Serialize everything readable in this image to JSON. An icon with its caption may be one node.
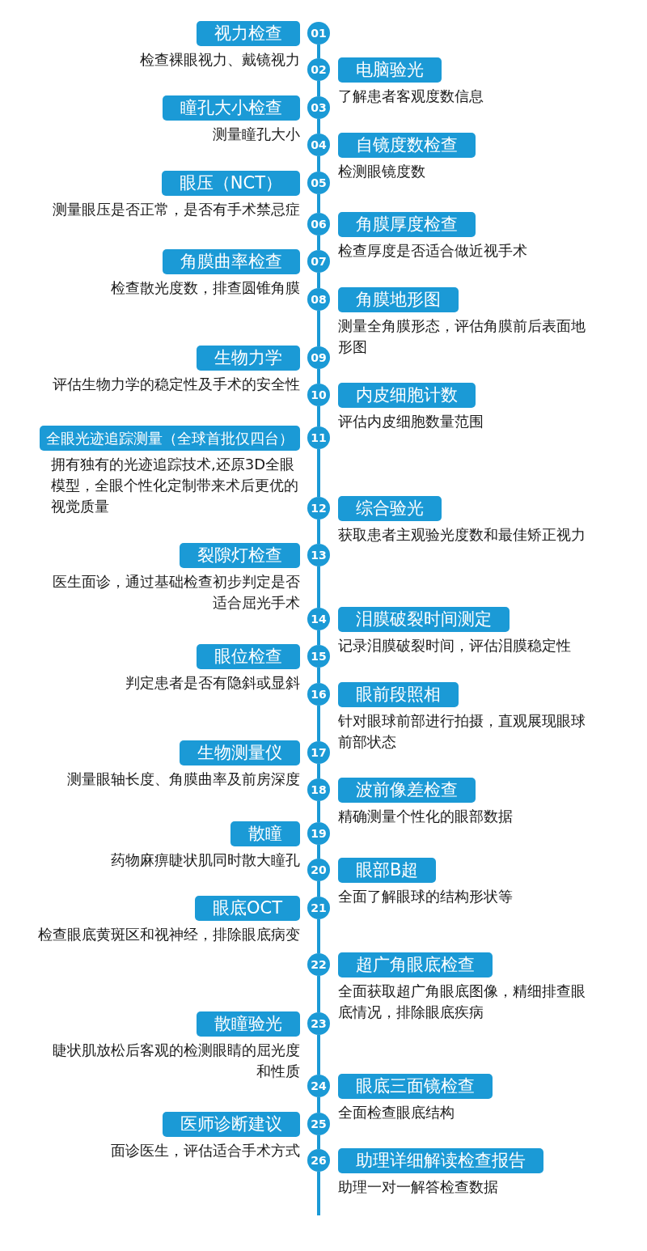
{
  "diagram": {
    "nodes": [
      {
        "text": [
          "视力检查"
        ],
        "beside": [
          "检查裸眼视力、戴镜视力"
        ]
      },
      {
        "text": [
          "01"
        ]
      },
      {
        "text": [
          "02"
        ]
      },
      {
        "text": [
          "电脑验光"
        ],
        "beside": [
          "了解患者客观度数信息"
        ]
      },
      {
        "text": [
          "瞳孔大小检查"
        ],
        "beside": [
          "测量瞳孔大小"
        ]
      },
      {
        "text": [
          "03"
        ]
      },
      {
        "text": [
          "04"
        ]
      },
      {
        "text": [
          "自镜度数检查"
        ],
        "beside": [
          "检测眼镜度数"
        ]
      },
      {
        "text": [
          "眼压（NCT）"
        ],
        "beside": [
          "测量眼压是否正常，是否有手术禁忌症"
        ]
      },
      {
        "text": [
          "05"
        ]
      },
      {
        "text": [
          "06"
        ]
      },
      {
        "text": [
          "角膜厚度检查"
        ],
        "beside": [
          "检查厚度是否适合做近视手术"
        ]
      },
      {
        "text": [
          "角膜曲率检查"
        ],
        "beside": [
          "检查散光度数，排查圆锥角膜"
        ]
      },
      {
        "text": [
          "07"
        ]
      },
      {
        "text": [
          "08"
        ]
      },
      {
        "text": [
          "角膜地形图"
        ],
        "beside": [
          "测量全角膜形态，评估角膜前后表面地形图"
        ]
      },
      {
        "text": [
          "生物力学"
        ],
        "beside": [
          "评估生物力学的稳定性及手术的安全性"
        ]
      },
      {
        "text": [
          "09"
        ]
      },
      {
        "text": [
          "10"
        ]
      },
      {
        "text": [
          "内皮细胞计数"
        ],
        "beside": [
          "评估内皮细胞数量范围"
        ]
      },
      {
        "text": [
          "全眼光迹追踪测量（全球首批仅四台）"
        ],
        "beside": [
          "拥有独有的光迹追踪技术,还原3D全眼模型，全眼个性化定制带来术后更优的视觉质量"
        ]
      },
      {
        "text": [
          "11"
        ]
      },
      {
        "text": [
          "12"
        ]
      },
      {
        "text": [
          "综合验光"
        ],
        "beside": [
          "获取患者主观验光度数和最佳矫正视力"
        ]
      },
      {
        "text": [
          "裂隙灯检查"
        ],
        "beside": [
          "医生面诊，通过基础检查初步判定是否适合屈光手术"
        ]
      },
      {
        "text": [
          "13"
        ]
      },
      {
        "text": [
          "14"
        ]
      },
      {
        "text": [
          "泪膜破裂时间测定"
        ],
        "beside": [
          "记录泪膜破裂时间，评估泪膜稳定性"
        ]
      },
      {
        "text": [
          "眼位检查"
        ],
        "beside": [
          "判定患者是否有隐斜或显斜"
        ]
      },
      {
        "text": [
          "15"
        ]
      },
      {
        "text": [
          "16"
        ]
      },
      {
        "text": [
          "眼前段照相"
        ],
        "beside": [
          "针对眼球前部进行拍摄，直观展现眼球前部状态"
        ]
      },
      {
        "text": [
          "生物测量仪"
        ],
        "beside": [
          "测量眼轴长度、角膜曲率及前房深度"
        ]
      },
      {
        "text": [
          "17"
        ]
      },
      {
        "text": [
          "18"
        ]
      },
      {
        "text": [
          "波前像差检查"
        ],
        "beside": [
          "精确测量个性化的眼部数据"
        ]
      },
      {
        "text": [
          "散瞳"
        ],
        "beside": [
          "药物麻痹睫状肌同时散大瞳孔"
        ]
      },
      {
        "text": [
          "19"
        ]
      },
      {
        "text": [
          "20"
        ]
      },
      {
        "text": [
          "眼部B超"
        ],
        "beside": [
          "全面了解眼球的结构形状等"
        ]
      },
      {
        "text": [
          "眼底OCT"
        ],
        "beside": [
          "检查眼底黄斑区和视神经，排除眼底病变"
        ]
      },
      {
        "text": [
          "21"
        ]
      },
      {
        "text": [
          "22"
        ]
      },
      {
        "text": [
          "超广角眼底检查"
        ],
        "beside": [
          "全面获取超广角眼底图像，精细排查眼底情况，排除眼底疾病"
        ]
      },
      {
        "text": [
          "散瞳验光"
        ],
        "beside": [
          "睫状肌放松后客观的检测眼睛的屈光度和性质"
        ]
      },
      {
        "text": [
          "23"
        ]
      },
      {
        "text": [
          "24"
        ]
      },
      {
        "text": [
          "眼底三面镜检查"
        ],
        "beside": [
          "全面检查眼底结构"
        ]
      },
      {
        "text": [
          "医师诊断建议"
        ],
        "beside": [
          "面诊医生，评估适合手术方式"
        ]
      },
      {
        "text": [
          "25"
        ]
      },
      {
        "text": [
          "26"
        ]
      },
      {
        "text": [
          "助理详细解读检查报告"
        ],
        "beside": [
          "助理一对一解答检查数据"
        ]
      }
    ],
    "edges": [
      {
        "from": 1,
        "to": 2,
        "arrow": "none"
      },
      {
        "from": 2,
        "to": 5,
        "arrow": "none"
      },
      {
        "from": 5,
        "to": 6,
        "arrow": "none"
      },
      {
        "from": 6,
        "to": 9,
        "arrow": "none"
      },
      {
        "from": 9,
        "to": 10,
        "arrow": "none"
      },
      {
        "from": 10,
        "to": 13,
        "arrow": "none"
      },
      {
        "from": 13,
        "to": 14,
        "arrow": "none"
      },
      {
        "from": 14,
        "to": 17,
        "arrow": "none"
      },
      {
        "from": 17,
        "to": 18,
        "arrow": "none"
      },
      {
        "from": 18,
        "to": 21,
        "arrow": "none"
      },
      {
        "from": 21,
        "to": 22,
        "arrow": "none"
      },
      {
        "from": 22,
        "to": 25,
        "arrow": "none"
      },
      {
        "from": 25,
        "to": 26,
        "arrow": "none"
      },
      {
        "from": 26,
        "to": 29,
        "arrow": "none"
      },
      {
        "from": 29,
        "to": 30,
        "arrow": "none"
      },
      {
        "from": 30,
        "to": 33,
        "arrow": "none"
      },
      {
        "from": 33,
        "to": 34,
        "arrow": "none"
      },
      {
        "from": 34,
        "to": 37,
        "arrow": "none"
      },
      {
        "from": 37,
        "to": 38,
        "arrow": "none"
      },
      {
        "from": 38,
        "to": 41,
        "arrow": "none"
      },
      {
        "from": 41,
        "to": 42,
        "arrow": "none"
      },
      {
        "from": 42,
        "to": 45,
        "arrow": "none"
      },
      {
        "from": 45,
        "to": 46,
        "arrow": "none"
      },
      {
        "from": 46,
        "to": 49,
        "arrow": "none"
      },
      {
        "from": 49,
        "to": 50,
        "arrow": "none"
      },
      {
        "from": 50,
        "to": null,
        "arrow": "none"
      }
    ]
  }
}
